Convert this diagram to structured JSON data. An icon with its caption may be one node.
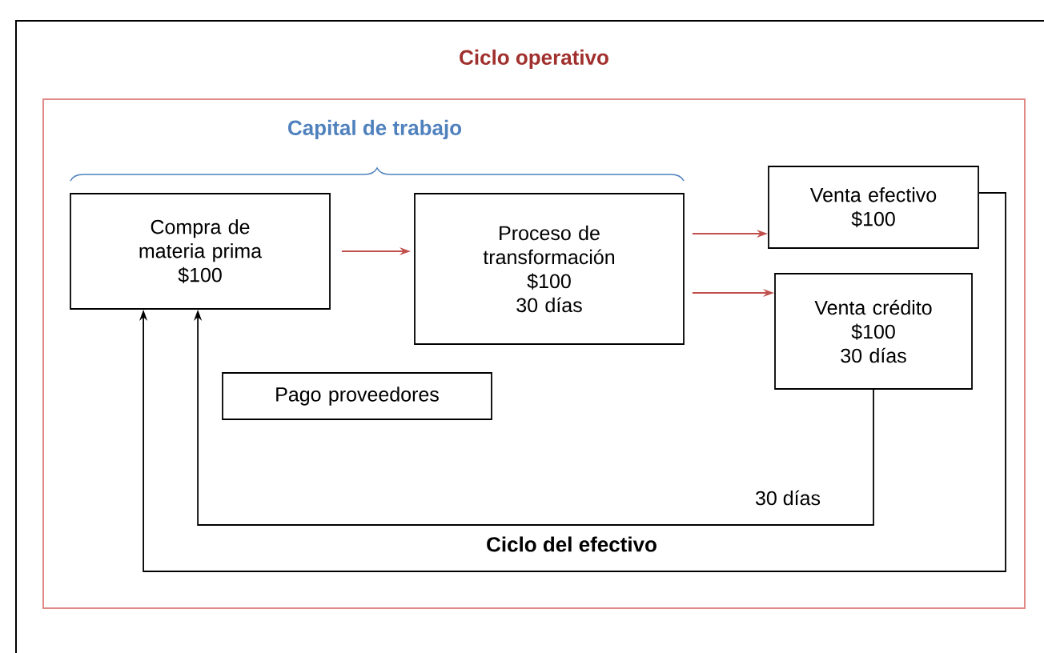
{
  "diagram": {
    "nodes": [
      {
        "text": [
          "Ciclo operativo"
        ]
      },
      {
        "text": [
          "Compra de materia prima",
          "$100"
        ],
        "in": 0
      },
      {
        "text": [
          "Proceso de transformación",
          "$100",
          "30 días"
        ],
        "in": 0
      },
      {
        "text": [
          "Venta efectivo",
          "$100"
        ],
        "in": 0
      },
      {
        "text": [
          "Venta crédito",
          "$100",
          "30 días"
        ],
        "in": 0
      },
      {
        "text": [
          "Pago proveedores"
        ],
        "in": 0
      }
    ],
    "edges": [
      {
        "from": 1,
        "to": 2,
        "arrow": "to"
      },
      {
        "from": 2,
        "to": 3,
        "arrow": "to"
      },
      {
        "from": 2,
        "to": 4,
        "arrow": "to"
      },
      {
        "from": 4,
        "to": 1,
        "arrow": "to",
        "label": "30 días",
        "color": "#000000"
      },
      {
        "from": 3,
        "to": 1,
        "arrow": "to",
        "color": "#000000"
      }
    ],
    "labels": [
      "Capital de trabajo",
      "Ciclo del efectivo"
    ]
  }
}
